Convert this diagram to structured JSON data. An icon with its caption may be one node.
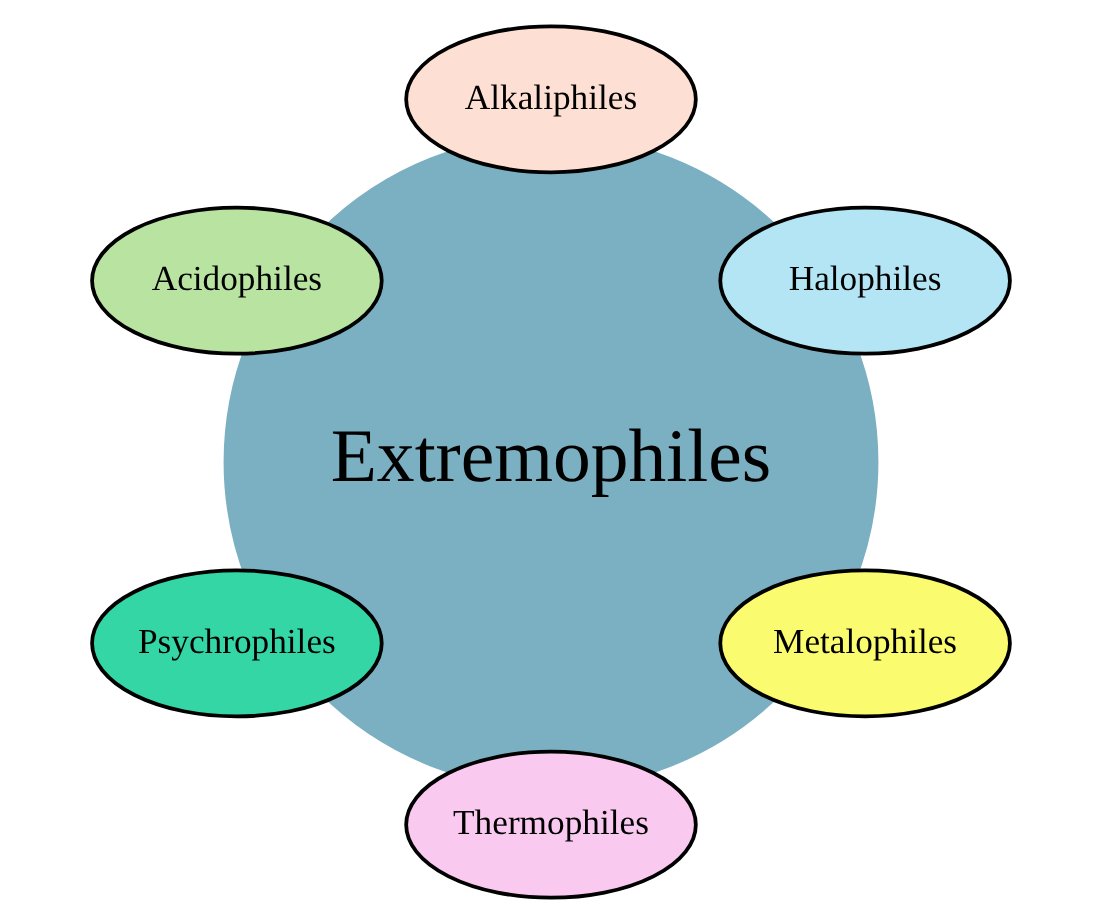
{
  "diagram": {
    "nodes": [
      {
        "text": [
          "Extremophiles"
        ]
      },
      {
        "text": [
          "Halophiles"
        ]
      },
      {
        "text": [
          "Alkaliphiles"
        ]
      },
      {
        "text": [
          "Acidophiles"
        ]
      },
      {
        "text": [
          "Psychrophiles"
        ]
      },
      {
        "text": [
          "Thermophiles"
        ]
      },
      {
        "text": [
          "Metalophiles"
        ]
      }
    ]
  }
}
